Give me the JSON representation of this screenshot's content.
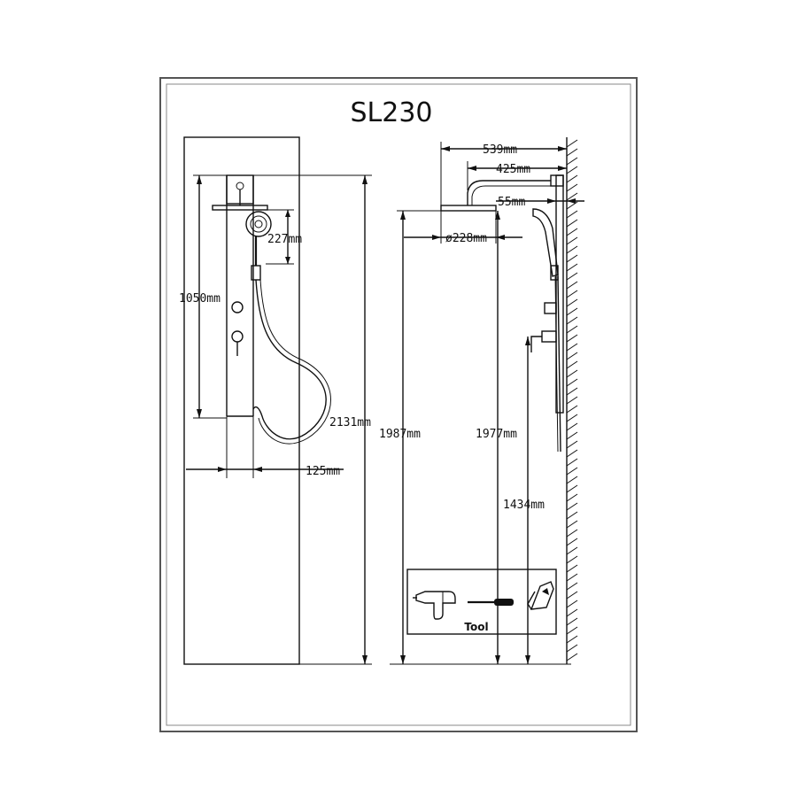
{
  "title": "SL230",
  "front_view": {
    "dim_1050": "1050mm",
    "dim_227": "227mm",
    "dim_2131": "2131mm",
    "dim_125": "125mm"
  },
  "side_view": {
    "dim_539": "539mm",
    "dim_425": "425mm",
    "dim_55": "55mm",
    "dim_228": "ø228mm",
    "dim_1987": "1987mm",
    "dim_1977": "1977mm",
    "dim_1434": "1434mm"
  },
  "tools": {
    "label": "Tool",
    "items": [
      "drill-icon",
      "screwdriver-icon",
      "sealant-gun-icon"
    ]
  }
}
